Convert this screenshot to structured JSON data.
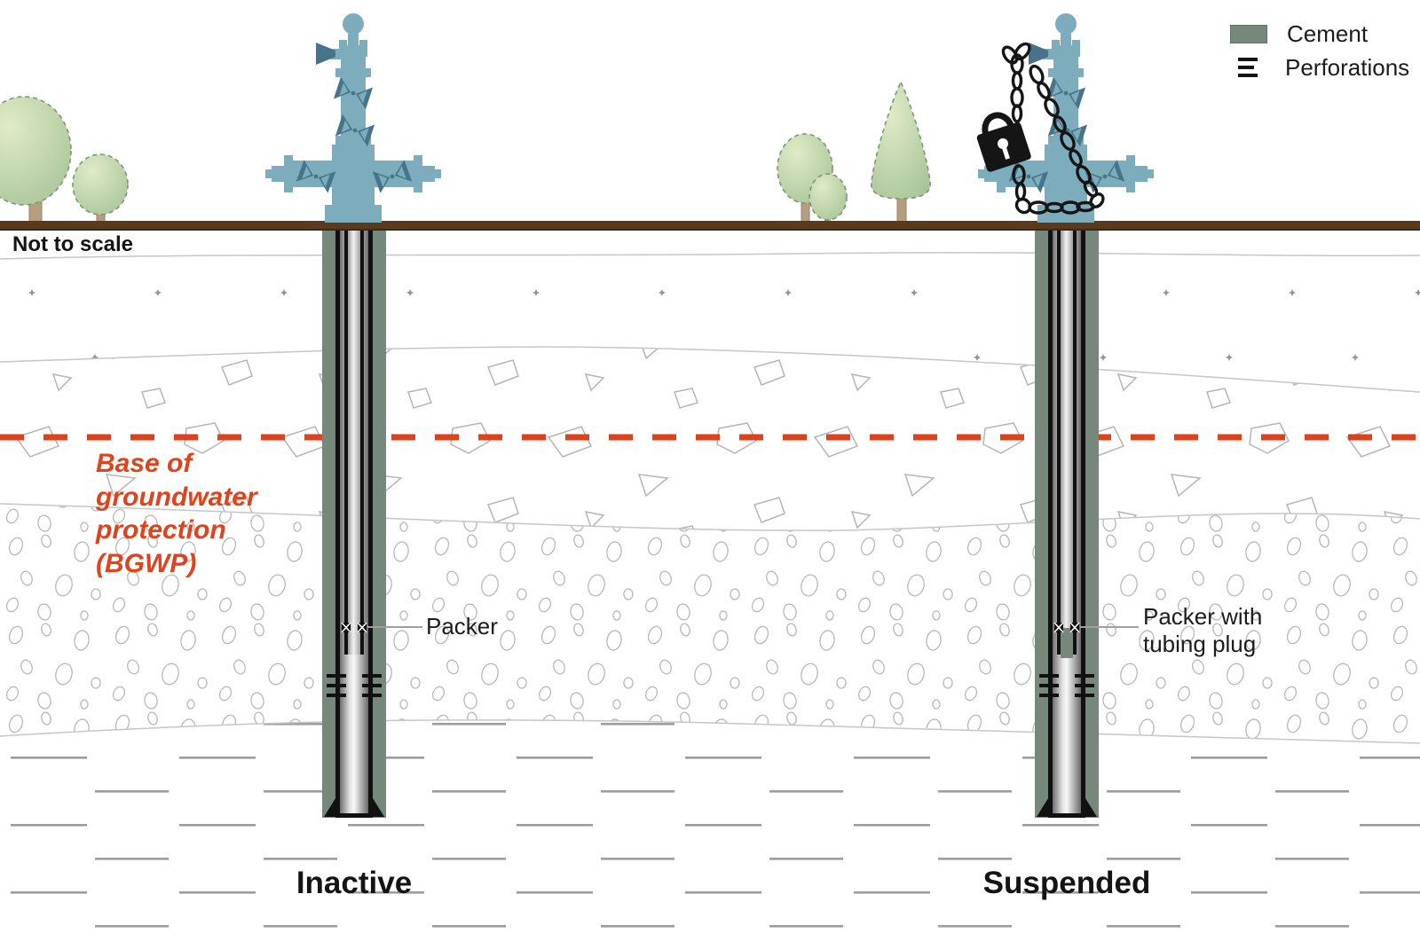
{
  "labels": {
    "not_to_scale": "Not to scale",
    "bgwp": "Base of\ngroundwater\nprotection\n(BGWP)",
    "packer": "Packer",
    "packer_with_plug": "Packer with\ntubing plug"
  },
  "wells": [
    {
      "label": "Inactive",
      "features": [
        "wellhead",
        "packer",
        "perforations",
        "cement",
        "casing shoe"
      ]
    },
    {
      "label": "Suspended",
      "features": [
        "wellhead with chain and padlock",
        "packer with tubing plug",
        "perforations",
        "cement",
        "casing shoe"
      ]
    }
  ],
  "legend": {
    "items": [
      {
        "label": "Cement",
        "swatch": "cement-green-rectangle"
      },
      {
        "label": "Perforations",
        "swatch": "three-horizontal-lines"
      }
    ]
  },
  "colors": {
    "bgwp_line_red": "#d9441f",
    "bgwp_text_red": "#e0431c",
    "cement_green": "#75887b",
    "ground_brown": "#5a3a1e",
    "wellhead_blue": "#7dadbc",
    "wellhead_dark_blue": "#47748a",
    "chain_black": "#151515",
    "pattern_gray": "#b5b5b5"
  }
}
